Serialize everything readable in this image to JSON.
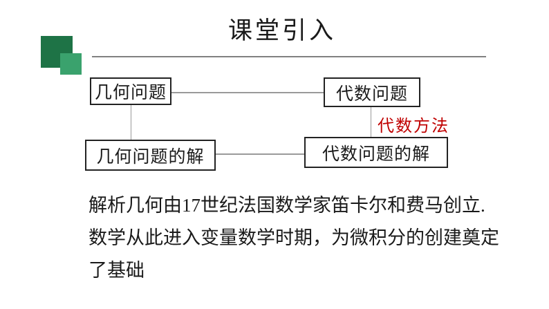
{
  "slide": {
    "title": "课堂引入",
    "decor": {
      "dark_square_color": "#1E7346",
      "light_square_color": "#3AA26D"
    },
    "divider_color": "#808080",
    "flowchart": {
      "boxes": [
        {
          "label": "几何问题"
        },
        {
          "label": "代数问题"
        },
        {
          "label": "几何问题的解"
        },
        {
          "label": "代数问题的解"
        }
      ],
      "edge_label": "代数方法",
      "edge_label_color": "#C00000",
      "connector_color": "#9A9A9A"
    },
    "body": {
      "lines": [
        "解析几何由17世纪法国数学家笛卡尔和费马创立.",
        "数学从此进入变量数学时期，为微积分的创建奠定",
        "了基础"
      ]
    }
  }
}
